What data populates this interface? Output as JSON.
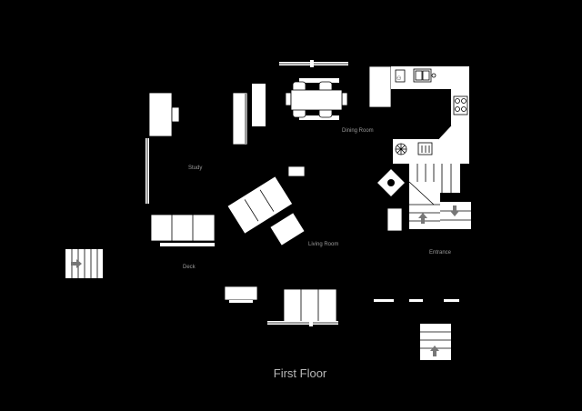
{
  "plan": {
    "title": "First Floor",
    "rooms": {
      "study": "Study",
      "dining": "Dining Room",
      "living": "Living Room",
      "deck": "Deck",
      "entrance": "Entrance"
    }
  }
}
